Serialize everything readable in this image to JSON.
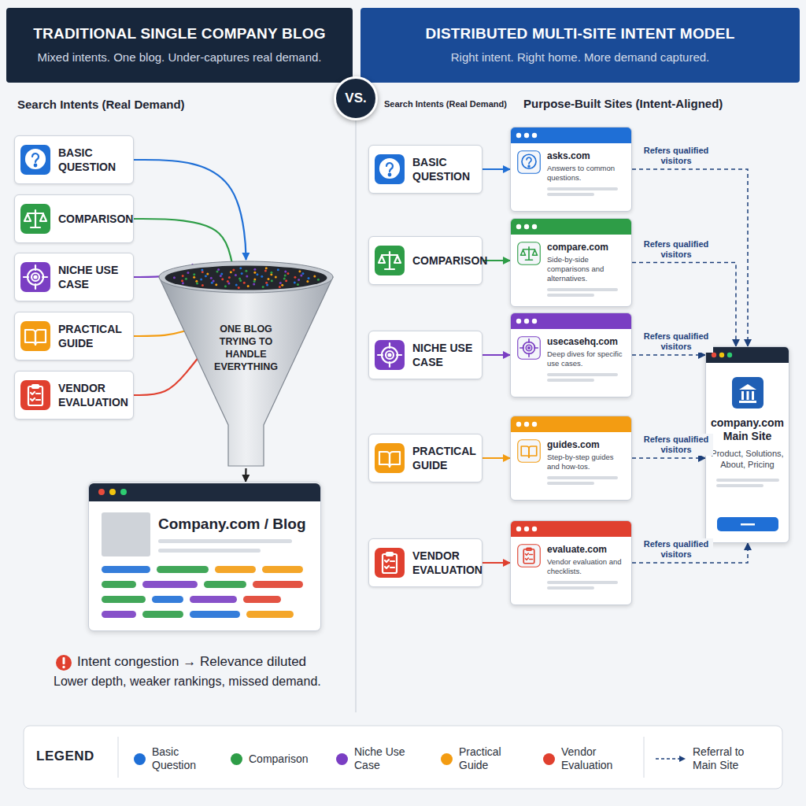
{
  "diagram": {
    "nodes": [
      {
        "text": [
          "TRADITIONAL SINGLE COMPANY BLOG",
          "Mixed intents. One blog. Under-captures real demand."
        ]
      },
      {
        "text": [
          "VS."
        ]
      },
      {
        "text": [
          "DISTRIBUTED MULTI-SITE INTENT MODEL",
          "Right intent. Right home. More demand captured."
        ]
      },
      {
        "text": [
          "BASIC QUESTION"
        ]
      },
      {
        "text": [
          "COMPARISON"
        ]
      },
      {
        "text": [
          "NICHE USE CASE"
        ]
      },
      {
        "text": [
          "PRACTICAL GUIDE"
        ]
      },
      {
        "text": [
          "VENDOR EVALUATION"
        ]
      },
      {
        "text": [
          "ONE BLOG TRYING TO HANDLE EVERYTHING"
        ]
      },
      {
        "text": [
          "Company.com / Blog"
        ]
      },
      {
        "text": [
          "BASIC QUESTION"
        ]
      },
      {
        "text": [
          "COMPARISON"
        ]
      },
      {
        "text": [
          "NICHE USE CASE"
        ]
      },
      {
        "text": [
          "PRACTICAL GUIDE"
        ]
      },
      {
        "text": [
          "VENDOR EVALUATION"
        ]
      },
      {
        "text": [
          "asks.com",
          "Answers to common questions."
        ]
      },
      {
        "text": [
          "compare.com",
          "Side-by-side comparisons and alternatives."
        ]
      },
      {
        "text": [
          "usecasehq.com",
          "Deep dives for specific use cases."
        ]
      },
      {
        "text": [
          "guides.com",
          "Step-by-step guides and how-tos."
        ]
      },
      {
        "text": [
          "evaluate.com",
          "Vendor evaluation and checklists."
        ]
      },
      {
        "text": [
          "company.com Main Site",
          "Product, Solutions, About, Pricing"
        ]
      }
    ],
    "edges": [
      {
        "from": 3,
        "to": 8,
        "arrow": "to"
      },
      {
        "from": 4,
        "to": 8,
        "arrow": "none"
      },
      {
        "from": 5,
        "to": 8,
        "arrow": "none"
      },
      {
        "from": 6,
        "to": 8,
        "arrow": "none"
      },
      {
        "from": 7,
        "to": 8,
        "arrow": "none"
      },
      {
        "from": 8,
        "to": 9,
        "arrow": "to"
      },
      {
        "from": 10,
        "to": 15,
        "arrow": "to"
      },
      {
        "from": 11,
        "to": 16,
        "arrow": "to"
      },
      {
        "from": 12,
        "to": 17,
        "arrow": "to"
      },
      {
        "from": 13,
        "to": 18,
        "arrow": "to"
      },
      {
        "from": 14,
        "to": 19,
        "arrow": "to"
      },
      {
        "from": 15,
        "to": 20,
        "label": "Refers qualified visitors",
        "arrow": "to"
      },
      {
        "from": 16,
        "to": 20,
        "label": "Refers qualified visitors",
        "arrow": "to"
      },
      {
        "from": 17,
        "to": 20,
        "label": "Refers qualified visitors",
        "arrow": "to"
      },
      {
        "from": 18,
        "to": 20,
        "label": "Refers qualified visitors",
        "arrow": "to"
      },
      {
        "from": 19,
        "to": 20,
        "label": "Refers qualified visitors",
        "arrow": "to"
      }
    ],
    "labels": [
      "Search Intents (Real Demand)",
      "Search Intents (Real Demand)",
      "Purpose-Built Sites (Intent-Aligned)",
      "Intent congestion → Relevance diluted",
      "Lower depth, weaker rankings, missed demand.",
      "LEGEND"
    ],
    "legend": [
      {
        "text": "Basic Question",
        "color": "#1f6fd6"
      },
      {
        "text": "Comparison",
        "color": "#2e9d47"
      },
      {
        "text": "Niche Use Case",
        "color": "#7a3ec3"
      },
      {
        "text": "Practical Guide",
        "color": "#f39c12"
      },
      {
        "text": "Vendor Evaluation",
        "color": "#e0402f"
      },
      {
        "text": "Referral to Main Site"
      }
    ]
  }
}
